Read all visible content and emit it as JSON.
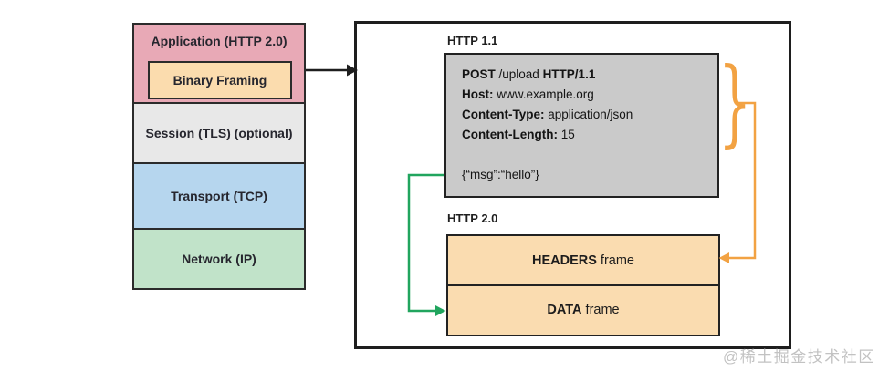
{
  "colors": {
    "arrow_black": "#1e1e1e",
    "arrow_green": "#21a55e",
    "arrow_orange": "#f2a243",
    "border_dark": "#2b2b2b",
    "watermark_gray": "#bcbcbc"
  },
  "stack": {
    "layers": [
      {
        "label": "Application (HTTP 2.0)",
        "color": "#e8a9b6"
      },
      {
        "label": "Binary Framing",
        "color": "#fbdcae"
      },
      {
        "label": "Session (TLS) (optional)",
        "color": "#e8e8e8"
      },
      {
        "label": "Transport (TCP)",
        "color": "#b6d6ee"
      },
      {
        "label": "Network (IP)",
        "color": "#c1e3c9"
      }
    ]
  },
  "panel": {
    "http11": {
      "label": "HTTP 1.1",
      "request_box_color": "#cacaca",
      "request_lines": [
        {
          "segments": [
            {
              "text": "POST",
              "bold": true
            },
            {
              "text": " /upload ",
              "bold": false
            },
            {
              "text": "HTTP/1.1",
              "bold": true
            }
          ]
        },
        {
          "segments": [
            {
              "text": "Host:",
              "bold": true
            },
            {
              "text": " www.example.org",
              "bold": false
            }
          ]
        },
        {
          "segments": [
            {
              "text": "Content-Type:",
              "bold": true
            },
            {
              "text": " application/json",
              "bold": false
            }
          ]
        },
        {
          "segments": [
            {
              "text": "Content-Length:",
              "bold": true
            },
            {
              "text": " 15",
              "bold": false
            }
          ]
        },
        {
          "segments": []
        },
        {
          "segments": [
            {
              "text": "{“msg”:“hello”}",
              "bold": false
            }
          ]
        }
      ]
    },
    "http20": {
      "label": "HTTP 2.0",
      "frame_box_color": "#fadcb0",
      "frames": [
        {
          "name": "HEADERS",
          "suffix": " frame"
        },
        {
          "name": "DATA",
          "suffix": " frame"
        }
      ]
    },
    "brace_glyph": "}"
  },
  "watermark": {
    "text": "@稀土掘金技术社区"
  }
}
